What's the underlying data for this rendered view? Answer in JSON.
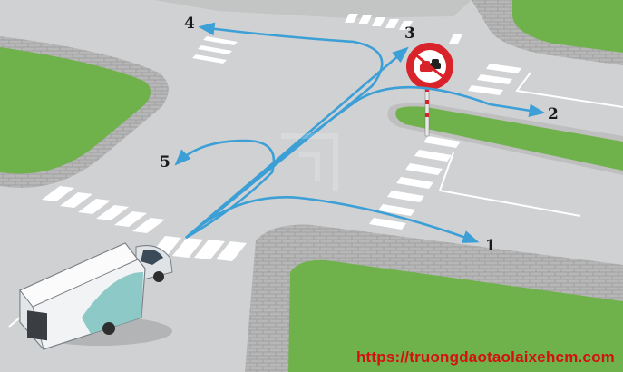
{
  "routes": [
    {
      "label": "1",
      "name": "route-1"
    },
    {
      "label": "2",
      "name": "route-2"
    },
    {
      "label": "3",
      "name": "route-3"
    },
    {
      "label": "4",
      "name": "route-4"
    },
    {
      "label": "5",
      "name": "route-5"
    }
  ],
  "sign": {
    "type": "no-overtaking-sign",
    "icon": "no-overtaking-icon"
  },
  "vehicle": {
    "type": "truck"
  },
  "watermark": {
    "url": "https://truongdaotaolaixehcm.com"
  },
  "colors": {
    "route": "#3c9fd6",
    "grass": "#6fb24b",
    "road": "#cfd1d3",
    "url": "#d41010",
    "sign_ring": "#d8232a"
  }
}
